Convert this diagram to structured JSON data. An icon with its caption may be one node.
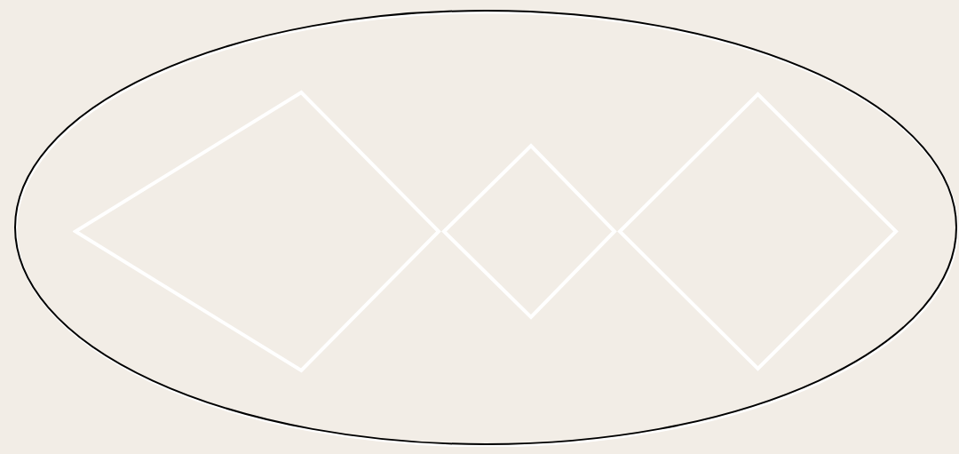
{
  "diagram": {
    "nodes": [
      {
        "text": [],
        "shape": "ellipse"
      },
      {
        "text": [],
        "shape": "diamond",
        "in": 0
      },
      {
        "text": [],
        "shape": "diamond",
        "in": 0
      },
      {
        "text": [],
        "shape": "diamond",
        "in": 0
      }
    ]
  }
}
